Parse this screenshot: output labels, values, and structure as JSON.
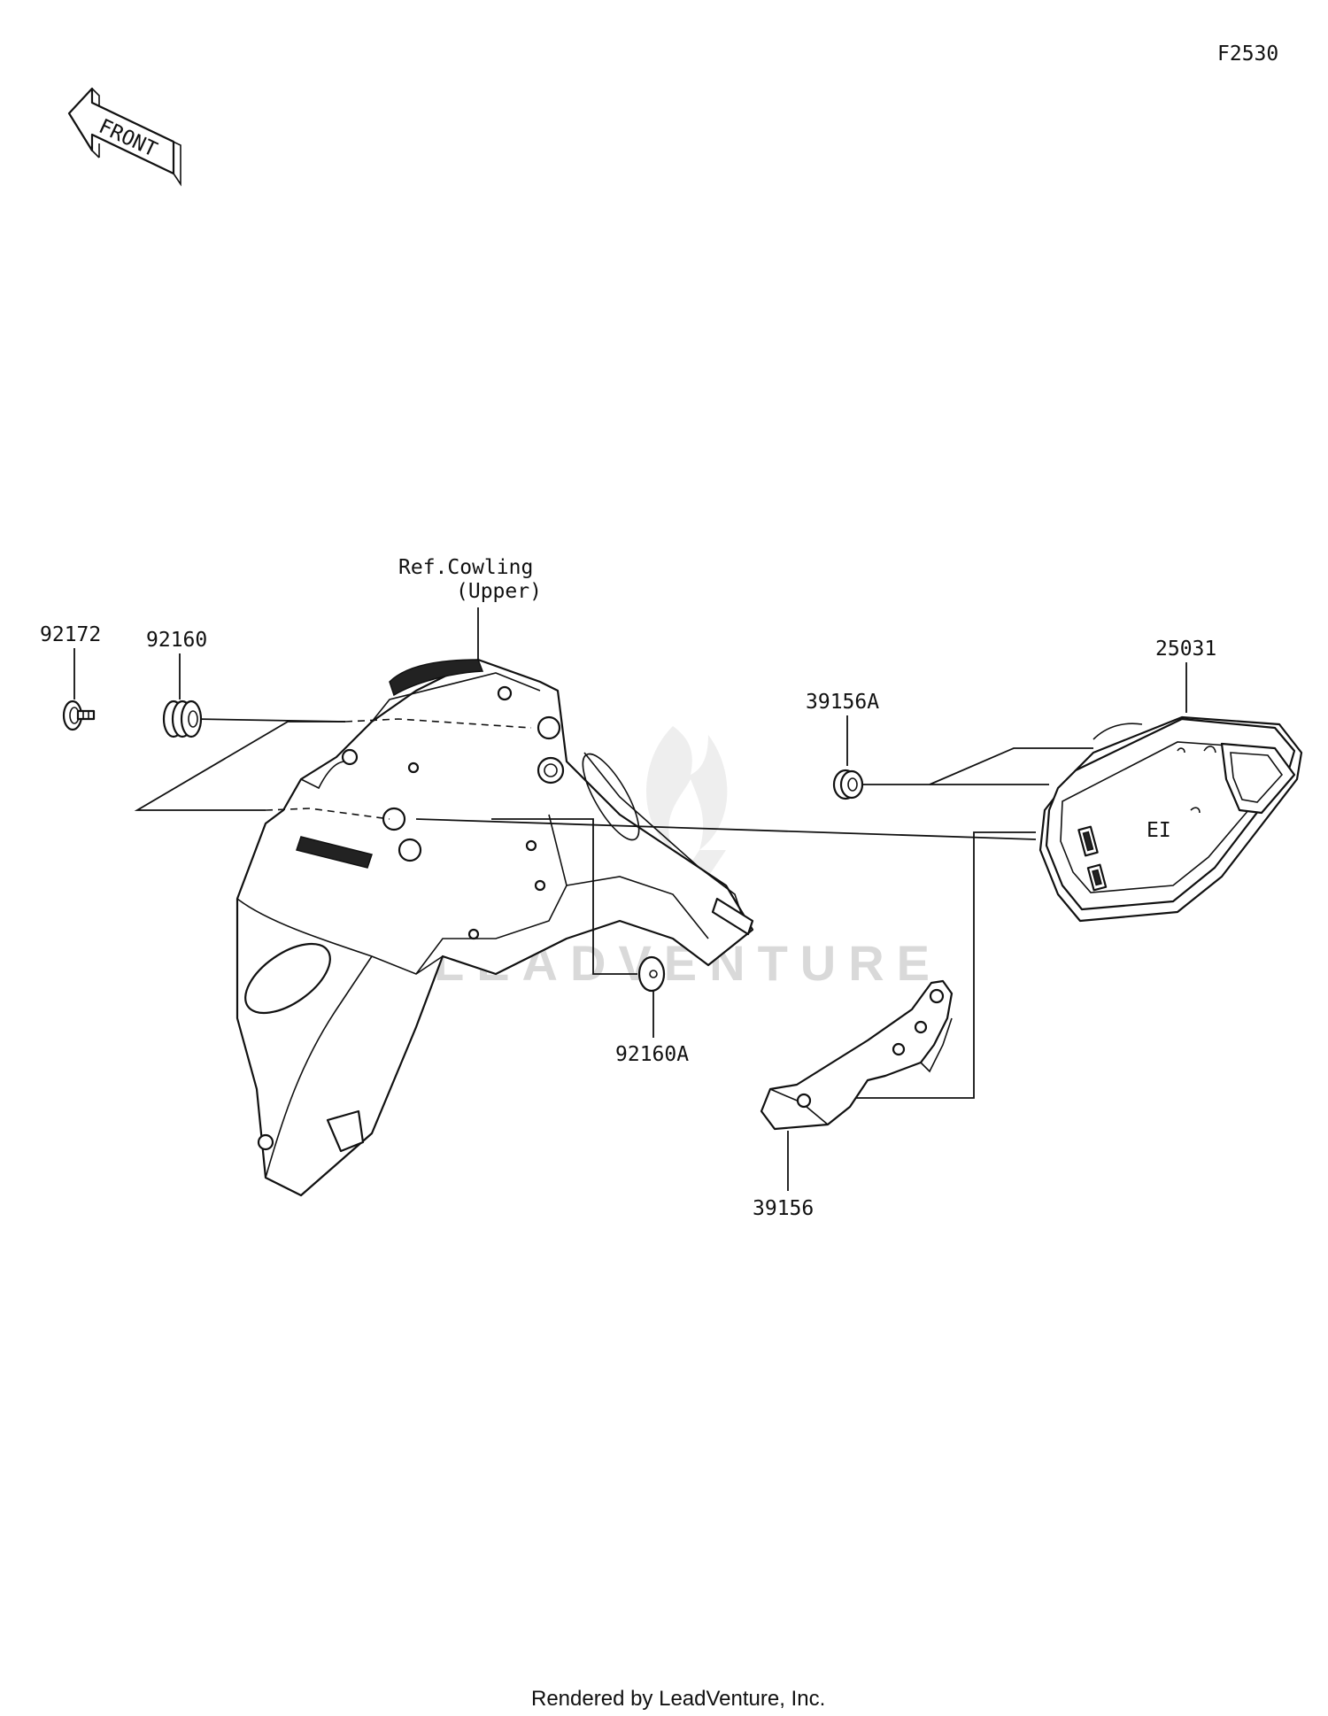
{
  "diagram_code": "F2530",
  "front_arrow_text": "FRONT",
  "reference_label_line1": "Ref.Cowling",
  "reference_label_line2": "(Upper)",
  "part_numbers": {
    "p92172": "92172",
    "p92160": "92160",
    "p39156A": "39156A",
    "p25031": "25031",
    "p92160A": "92160A",
    "p39156": "39156"
  },
  "watermark_text": "LEADVENTURE",
  "footer_text": "Rendered by LeadVenture, Inc."
}
